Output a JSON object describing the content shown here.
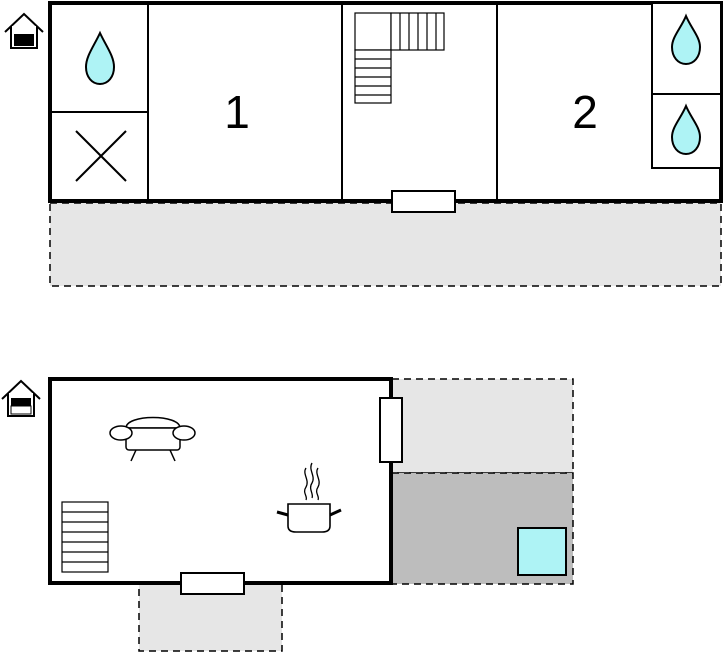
{
  "floors": [
    {
      "name": "upper-floor",
      "rooms": [
        {
          "label": "1"
        },
        {
          "label": "2"
        }
      ]
    },
    {
      "name": "ground-floor"
    }
  ],
  "colors": {
    "water": "#aef3f5",
    "terrace": "#e6e6e6",
    "covered_terrace": "#bdbdbd",
    "pool": "#aef3f5"
  },
  "icons": [
    "floor-level-icon",
    "water-drop-icon",
    "closed-room-icon",
    "staircase-icon",
    "sofa-icon",
    "cooking-pot-icon",
    "pool-icon",
    "door-icon"
  ]
}
